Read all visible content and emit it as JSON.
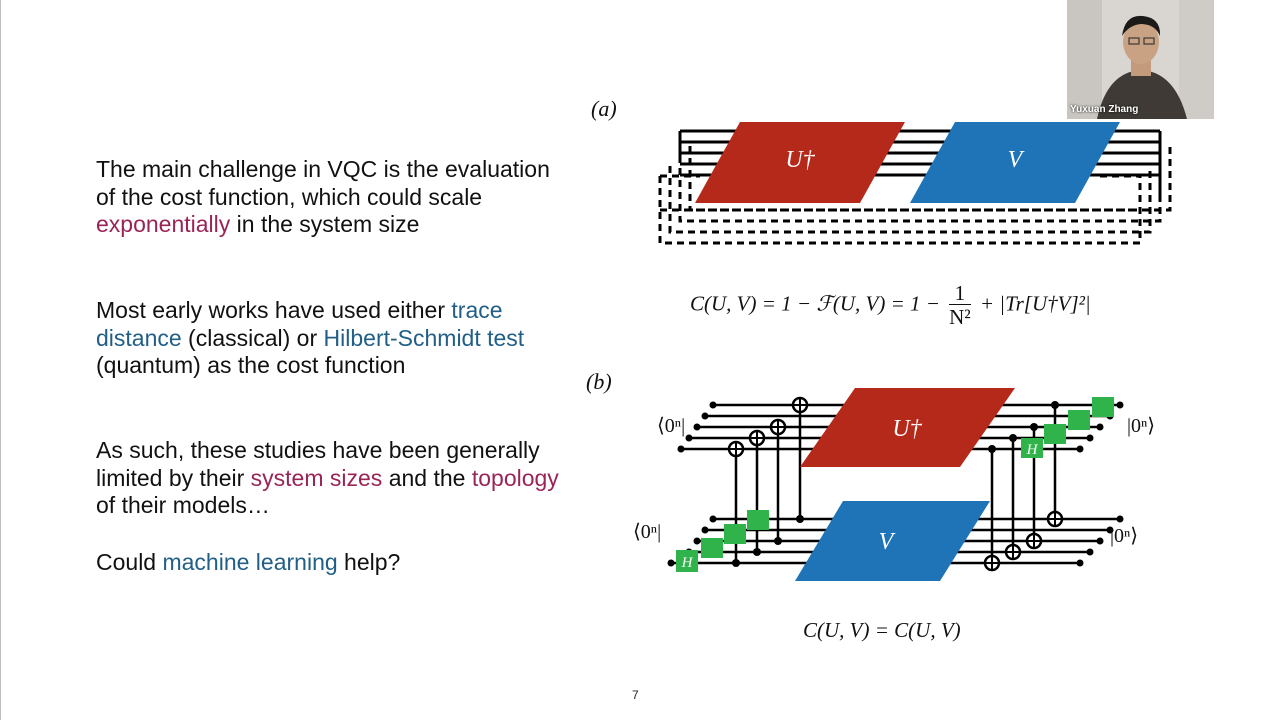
{
  "slide": {
    "paragraphs": [
      {
        "before": "The main challenge in VQC is the evaluation of the cost function, which could scale ",
        "accent1": "exponentially",
        "middle": " in the system size",
        "accent2": "",
        "after": ""
      },
      {
        "before": "Most early works have used either ",
        "blue1": "trace distance",
        "middle": " (classical) or ",
        "blue2": "Hilbert-Schmidt test",
        "after": " (quantum) as the cost function"
      },
      {
        "before": "As such, these studies have been generally limited by their ",
        "accent1": "system sizes",
        "middle": " and the ",
        "accent2": "topology",
        "after": " of their models…"
      },
      {
        "before": "Could ",
        "blue1": "machine learning",
        "after": " help?"
      }
    ],
    "label_a": "(a)",
    "label_b": "(b)",
    "gate_udagger": "U†",
    "gate_v": "V",
    "gate_h": "H",
    "bra_0n": "⟨0ⁿ|",
    "ket_0n": "|0ⁿ⟩",
    "eq_a": {
      "lhs": "C(U, V) = 1 − ℱ(U, V) = 1 −",
      "num": "1",
      "den": "N²",
      "rhs": "+ |Tr[U†V]²|"
    },
    "eq_b": "C(U, V) = C(U, V)",
    "page_number": "7"
  },
  "webcam": {
    "participant_name": "Yuxuan Zhang"
  },
  "colors": {
    "red_gate": "#b5291b",
    "blue_gate": "#1f73b7",
    "green_gate": "#2fb34a",
    "accent": "#9b2457",
    "blue_text": "#215f86"
  }
}
